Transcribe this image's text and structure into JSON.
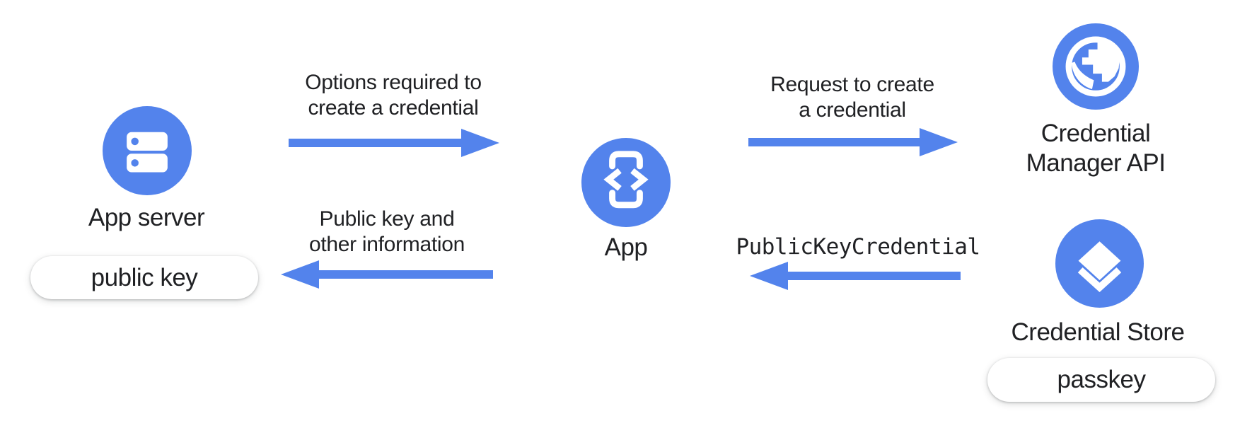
{
  "colors": {
    "accent": "#5383EC",
    "text": "#202124",
    "pill_background": "#ffffff",
    "canvas_background": "#ffffff"
  },
  "nodes": {
    "app_server": {
      "label": "App server",
      "icon": "server-icon",
      "pill": "public key"
    },
    "app": {
      "label": "App",
      "icon": "phone-code-icon"
    },
    "credential_manager_api": {
      "label_line1": "Credential",
      "label_line2": "Manager API",
      "icon": "globe-icon"
    },
    "credential_store": {
      "label": "Credential Store",
      "icon": "layers-icon",
      "pill": "passkey"
    }
  },
  "arrows": {
    "options": {
      "line1": "Options required to",
      "line2": "create a credential",
      "direction": "right",
      "from": "App server",
      "to": "App"
    },
    "request": {
      "line1": "Request to create",
      "line2": "a credential",
      "direction": "right",
      "from": "App",
      "to": "Credential Manager API"
    },
    "public_key_credential": {
      "label": "PublicKeyCredential",
      "direction": "left",
      "style": "monospace",
      "from": "Credential Store",
      "to": "App"
    },
    "public_key_info": {
      "line1": "Public key and",
      "line2": "other information",
      "direction": "left",
      "from": "App",
      "to": "App server"
    }
  }
}
